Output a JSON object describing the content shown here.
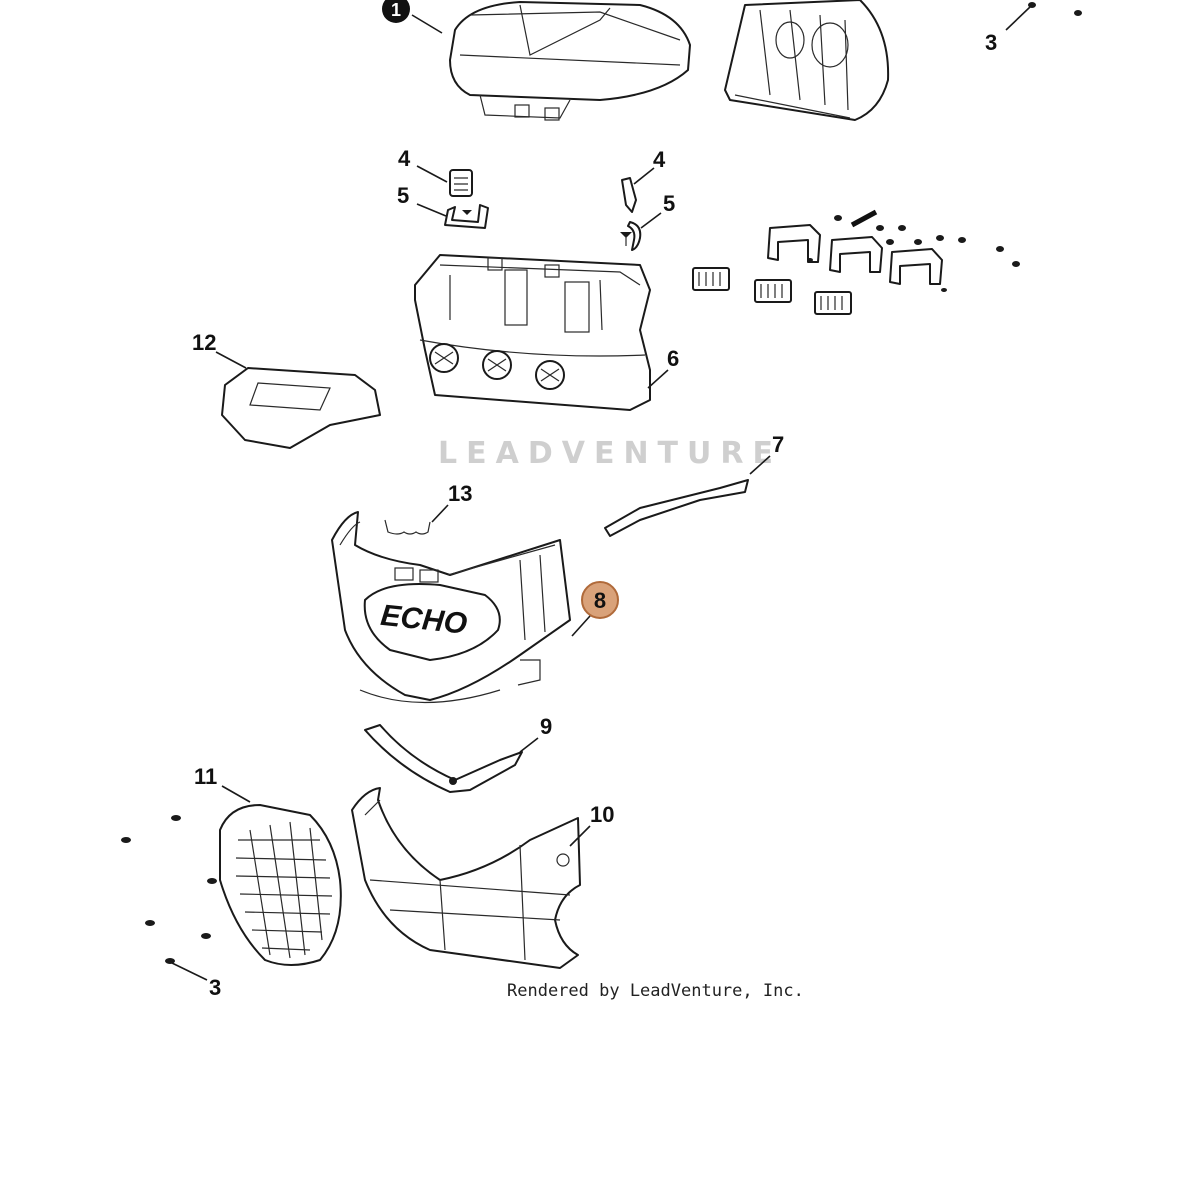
{
  "callouts": {
    "c1": "1",
    "c3_top": "3",
    "c4_left": "4",
    "c5_left": "5",
    "c4_right": "4",
    "c5_right": "5",
    "c12": "12",
    "c6": "6",
    "c7": "7",
    "c13": "13",
    "c8": "8",
    "c9": "9",
    "c11": "11",
    "c10": "10",
    "c3_bottom": "3"
  },
  "logo_text": "ECHO",
  "watermark": "LEADVENTURE",
  "credit": "Rendered by LeadVenture, Inc.",
  "colors": {
    "highlight_fill": "#d9a27a",
    "highlight_stroke": "#b06a3a",
    "line": "#1a1a1a"
  }
}
